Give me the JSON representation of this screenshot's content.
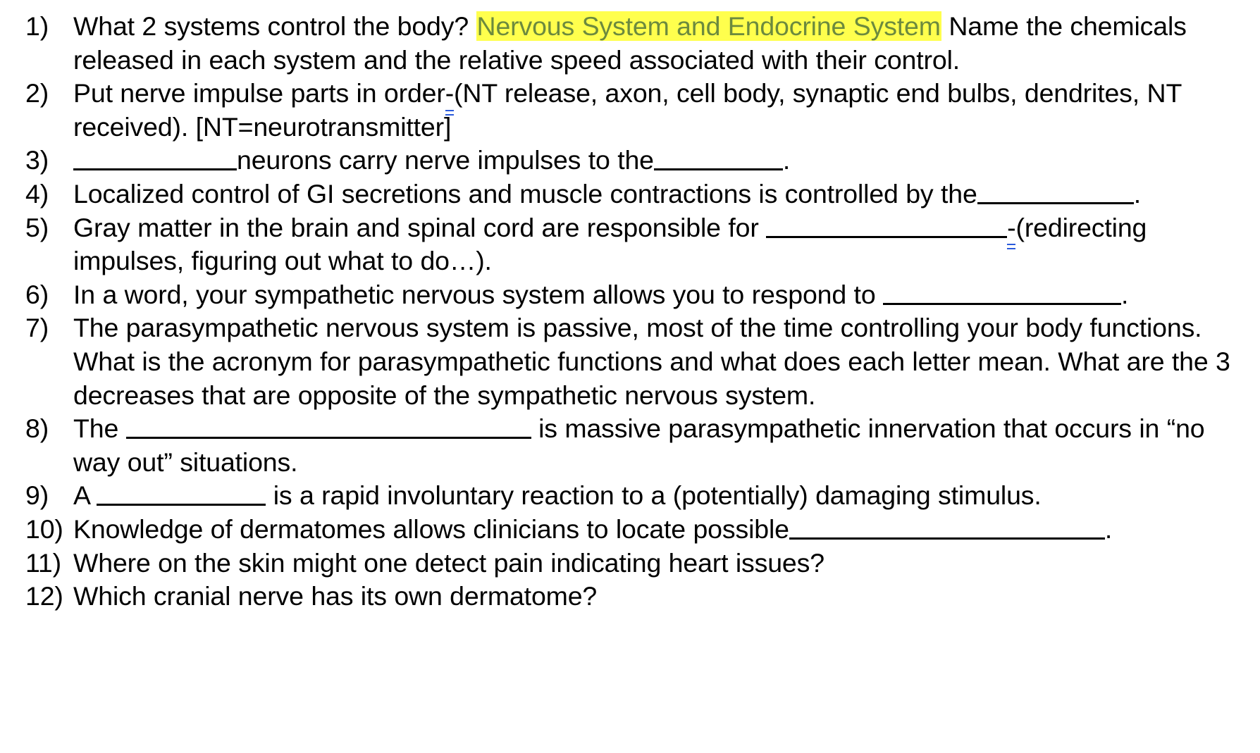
{
  "document": {
    "type": "worksheet",
    "background_color": "#ffffff",
    "text_color": "#000000",
    "highlight_color": "#ffff4d",
    "highlight_text_color": "#6c8a3e",
    "grammar_marker_color": "#2b5bdc",
    "questions": [
      {
        "number": "1)",
        "part_a": "What 2 systems control the body?",
        "answer_highlighted": "Nervous System and Endocrine System",
        "part_b": "Name the chemicals released in each system and the relative speed associated with their control."
      },
      {
        "number": "2)",
        "part_a": "Put nerve impulse parts in order",
        "grammar_flagged": "-",
        "part_b": "(NT release, axon, cell body, synaptic end bulbs, dendrites, NT received).  [NT=neurotransmitter]"
      },
      {
        "number": "3)",
        "blank_1_width": 232,
        "part_a": "neurons carry nerve impulses to the",
        "blank_2_width": 183,
        "part_b": "."
      },
      {
        "number": "4)",
        "part_a": "Localized control of GI secretions and muscle contractions is controlled by the",
        "blank_1_width": 222,
        "part_b": "."
      },
      {
        "number": "5)",
        "part_a": "Gray matter in the brain and spinal cord are responsible for",
        "blank_1_width": 342,
        "grammar_flagged": "-",
        "part_b": "(redirecting impulses, figuring out what to do…)."
      },
      {
        "number": "6)",
        "part_a": "In a word, your sympathetic nervous system allows you to respond to",
        "blank_1_width": 338,
        "part_b": "."
      },
      {
        "number": "7)",
        "part_a": "The parasympathetic nervous system is passive, most of the time controlling your body functions.  What is the acronym for parasympathetic functions and what does each letter mean.  What are the 3 decreases that are opposite of the sympathetic nervous system."
      },
      {
        "number": "8)",
        "part_a": "The",
        "blank_1_width": 575,
        "part_b": "is massive parasympathetic innervation that occurs in “no way out” situations."
      },
      {
        "number": "9)",
        "part_a": "A",
        "blank_1_width": 240,
        "part_b": "is a rapid involuntary reaction to a (potentially) damaging stimulus."
      },
      {
        "number": "10)",
        "part_a": "Knowledge of dermatomes allows clinicians to locate possible",
        "blank_1_width": 448,
        "part_b": "."
      },
      {
        "number": "11)",
        "part_a": "Where on the skin might one detect pain indicating heart issues?"
      },
      {
        "number": "12)",
        "part_a": "Which cranial nerve has its own dermatome?"
      }
    ]
  }
}
